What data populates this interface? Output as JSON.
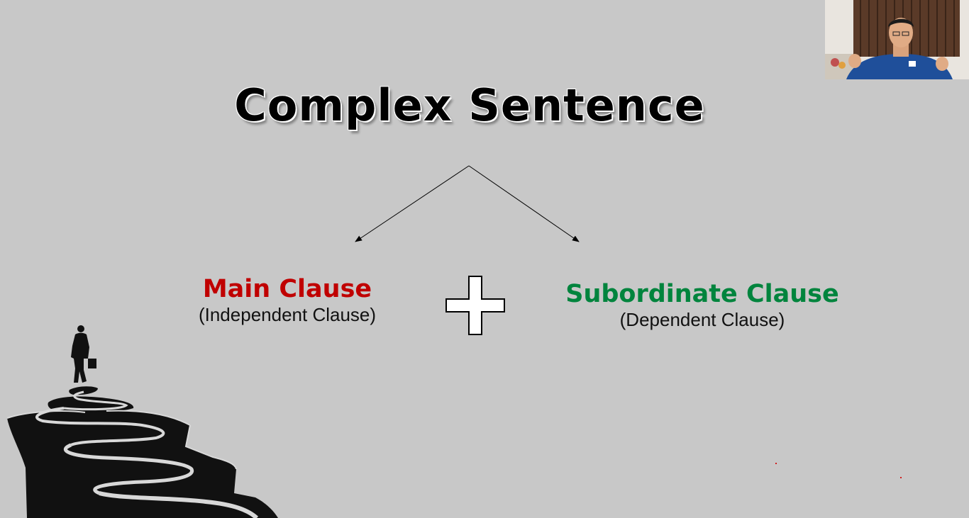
{
  "slide": {
    "title": "Complex Sentence",
    "main_clause": {
      "heading": "Main Clause",
      "subheading": "(Independent Clause)"
    },
    "subordinate_clause": {
      "heading": "Subordinate Clause",
      "subheading": "(Dependent Clause)"
    },
    "operator_icon": "plus-icon",
    "colors": {
      "background": "#c8c8c8",
      "main_clause": "#c00000",
      "subordinate_clause": "#00843d"
    }
  },
  "webcam": {
    "icon": "presenter-video-feed"
  }
}
